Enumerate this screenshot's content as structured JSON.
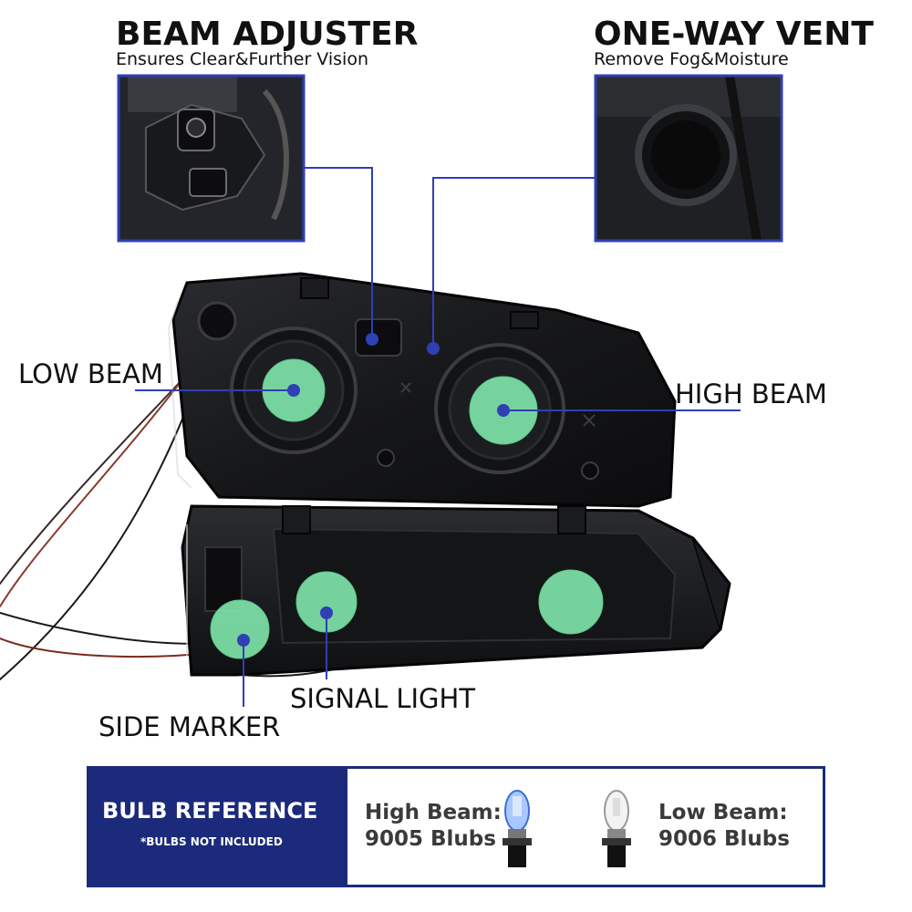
{
  "features": {
    "beam_adjuster": {
      "title": "BEAM ADJUSTER",
      "subtitle": "Ensures Clear&Further Vision"
    },
    "one_way_vent": {
      "title": "ONE-WAY VENT",
      "subtitle": "Remove Fog&Moisture"
    }
  },
  "callouts": {
    "low_beam": "LOW BEAM",
    "high_beam": "HIGH BEAM",
    "signal_light": "SIGNAL LIGHT",
    "side_marker": "SIDE MARKER"
  },
  "bulb_reference": {
    "title": "BULB REFERENCE",
    "note": "*BULBS NOT INCLUDED",
    "high_beam_line1": "High Beam:",
    "high_beam_line2": "9005 Blubs",
    "low_beam_line1": "Low Beam:",
    "low_beam_line2": "9006 Blubs"
  },
  "colors": {
    "accent_blue": "#2f3fb4",
    "navy_panel": "#1b2a7a",
    "highlight_green": "#7fe3a8",
    "housing_black": "#1b1c1f"
  },
  "icons": [
    "bulb-9005-icon",
    "bulb-9006-icon"
  ]
}
